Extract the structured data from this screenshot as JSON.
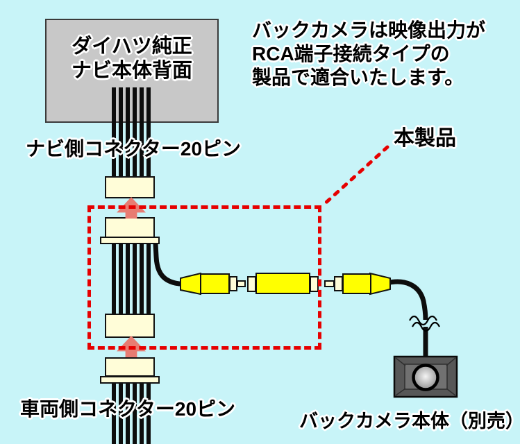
{
  "navi_unit": {
    "line1": "ダイハツ純正",
    "line2": "ナビ本体背面"
  },
  "note": {
    "lines": [
      "バックカメラは映像出力が",
      "RCA端子接続タイプの",
      "製品で適合いたします。"
    ]
  },
  "labels": {
    "navi_connector": "ナビ側コネクター20ピン",
    "vehicle_connector": "車両側コネクター20ピン",
    "product": "本製品",
    "camera": "バックカメラ本体（別売）"
  },
  "colors": {
    "background": "#C8F4F8",
    "navi_box_fill": "#C8C8C8",
    "connector_cream": "#FFFDD8",
    "rca_yellow": "#FFFF00",
    "cable_black": "#0D0D0D",
    "dashed_red": "#E60000",
    "arrow_salmon": "#E87C72",
    "camera_frame": "#575757",
    "camera_inner": "#717171",
    "text_black": "#000000"
  }
}
